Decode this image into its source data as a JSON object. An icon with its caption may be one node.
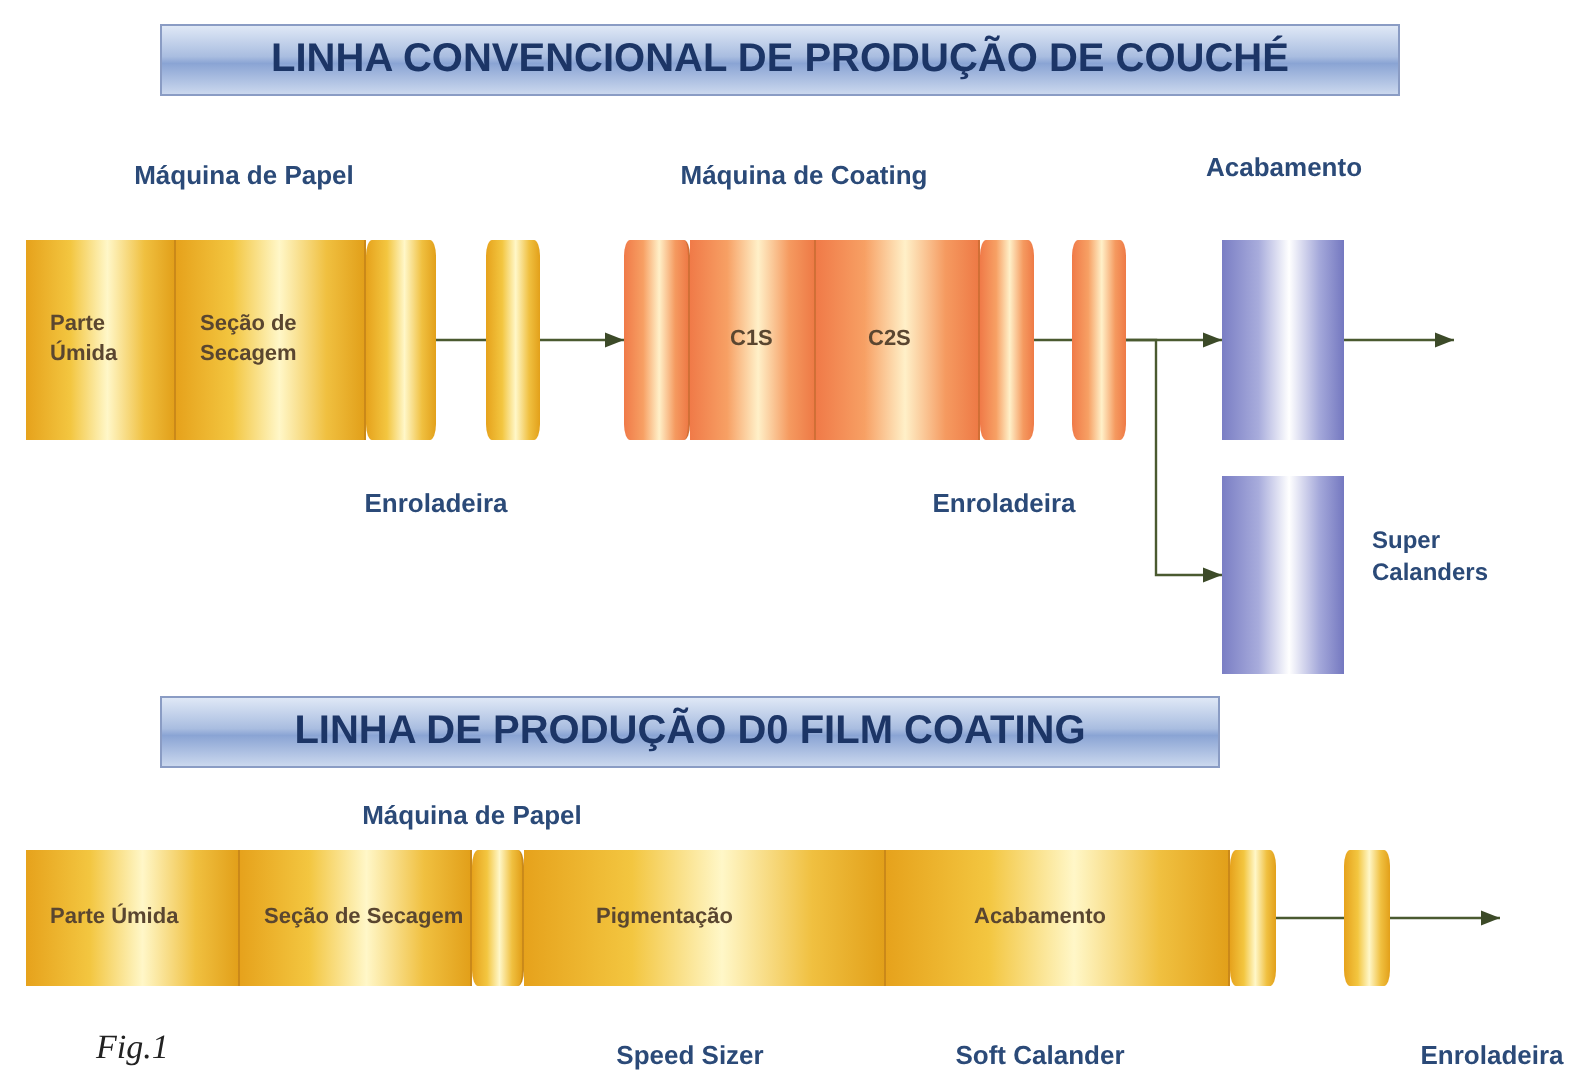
{
  "diagram": {
    "caption": "Fig.1",
    "nodes": [
      {
        "text": [
          "LINHA CONVENCIONAL DE PRODUÇÃO DE COUCHÉ"
        ]
      },
      {
        "text": [
          "Parte Úmida"
        ]
      },
      {
        "text": [
          "Seção de Secagem"
        ]
      },
      {
        "text": [],
        "shape": "cylinder"
      },
      {
        "text": [],
        "shape": "cylinder",
        "beside": [
          "Enroladeira"
        ]
      },
      {
        "text": [],
        "shape": "cylinder"
      },
      {
        "text": [
          "C1S"
        ]
      },
      {
        "text": [
          "C2S"
        ]
      },
      {
        "text": [],
        "shape": "cylinder"
      },
      {
        "text": [],
        "shape": "cylinder",
        "beside": [
          "Enroladeira"
        ]
      },
      {
        "text": [
          "Acabamento"
        ]
      },
      {
        "text": [
          "Super Calanders"
        ]
      },
      {
        "text": [
          "LINHA DE PRODUÇÃO D0 FILM COATING"
        ]
      },
      {
        "text": [
          "Parte Úmida"
        ]
      },
      {
        "text": [
          "Seção de Secagem"
        ]
      },
      {
        "text": [],
        "shape": "cylinder"
      },
      {
        "text": [
          "Pigmentação"
        ],
        "beside": [
          "Speed Sizer"
        ]
      },
      {
        "text": [
          "Acabamento"
        ],
        "beside": [
          "Soft Calander"
        ]
      },
      {
        "text": [],
        "shape": "cylinder"
      },
      {
        "text": [],
        "shape": "cylinder",
        "beside": [
          "Enroladeira"
        ]
      }
    ],
    "edges": [
      {
        "from": 3,
        "to": 4,
        "arrow": "none"
      },
      {
        "from": 4,
        "to": 5,
        "arrow": "to"
      },
      {
        "from": 8,
        "to": 9,
        "arrow": "none"
      },
      {
        "from": 9,
        "to": 10,
        "arrow": "to"
      },
      {
        "from": 9,
        "to": 11,
        "arrow": "to"
      },
      {
        "from": 10,
        "to": null,
        "arrow": "to"
      },
      {
        "from": 18,
        "to": 19,
        "arrow": "none"
      },
      {
        "from": 19,
        "to": null,
        "arrow": "to"
      }
    ],
    "labels": [
      "Máquina de Papel",
      "Máquina de Coating",
      "Máquina de Papel"
    ]
  }
}
